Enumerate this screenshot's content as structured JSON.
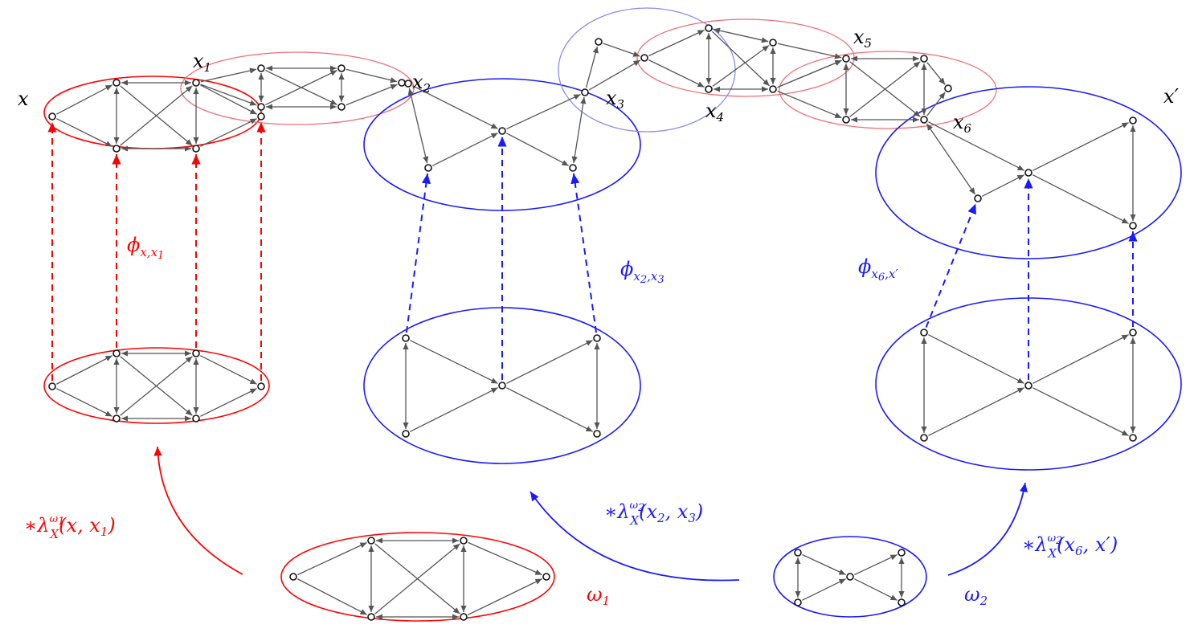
{
  "colors": {
    "red": "#ff0000",
    "blue": "#1a1aff",
    "pink": "#f06e78",
    "lavender": "#8c8cf0",
    "edge": "#555555",
    "node": "#111111"
  },
  "labels": {
    "x": "x",
    "x1": {
      "base": "x",
      "sub": "1"
    },
    "x2": {
      "base": "x",
      "sub": "2"
    },
    "x3": {
      "base": "x",
      "sub": "3"
    },
    "x4": {
      "base": "x",
      "sub": "4"
    },
    "x5": {
      "base": "x",
      "sub": "5"
    },
    "x6": {
      "base": "x",
      "sub": "6"
    },
    "xprime": "x′",
    "omega1": {
      "base": "ω",
      "sub": "1"
    },
    "omega2": {
      "base": "ω",
      "sub": "2"
    }
  },
  "maps": {
    "phi1": {
      "base": "ϕ",
      "sub": "x,x",
      "subsub": "1"
    },
    "phi2": {
      "base": "ϕ",
      "sub": "x",
      "subsub1": "2",
      "comma": ",x",
      "subsub2": "3"
    },
    "phi3": {
      "base": "ϕ",
      "sub": "x",
      "subsub1": "6",
      "comma": ",x′"
    }
  },
  "lambdas": {
    "l1": {
      "star": "∗λ",
      "sub": "X",
      "sup": "ω",
      "supsub": "1",
      "args": "(x, x",
      "argsub": "1",
      "close": ")"
    },
    "l2": {
      "star": "∗λ",
      "sub": "X",
      "sup": "ω",
      "supsub": "2",
      "args": "(x",
      "argsub": "2",
      "mid": ", x",
      "argsub2": "3",
      "close": ")"
    },
    "l3": {
      "star": "∗λ",
      "sub": "X",
      "sup": "ω",
      "supsub": "2",
      "args": "(x",
      "argsub": "6",
      "mid": ", x′",
      "close": ")"
    }
  }
}
